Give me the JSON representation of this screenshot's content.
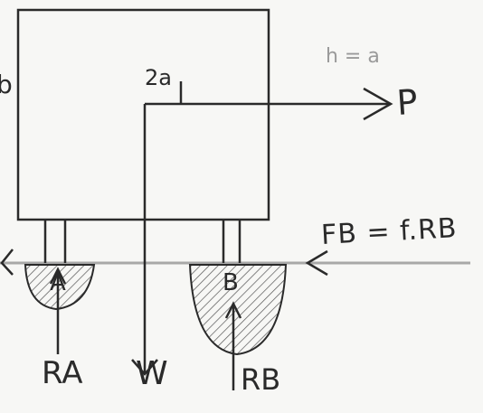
{
  "diagram": {
    "labels": {
      "force_p": "P",
      "height": "2a",
      "height_ratio": "h = a",
      "friction_b": "FB = f.RB",
      "support_a": "A",
      "support_b": "B",
      "reaction_a": "RA",
      "weight": "W",
      "reaction_b": "RB",
      "left_mark": "b"
    },
    "colors": {
      "ink": "#2a2a2a",
      "ground": "#9a9a9a",
      "paper": "#f7f7f5"
    }
  }
}
